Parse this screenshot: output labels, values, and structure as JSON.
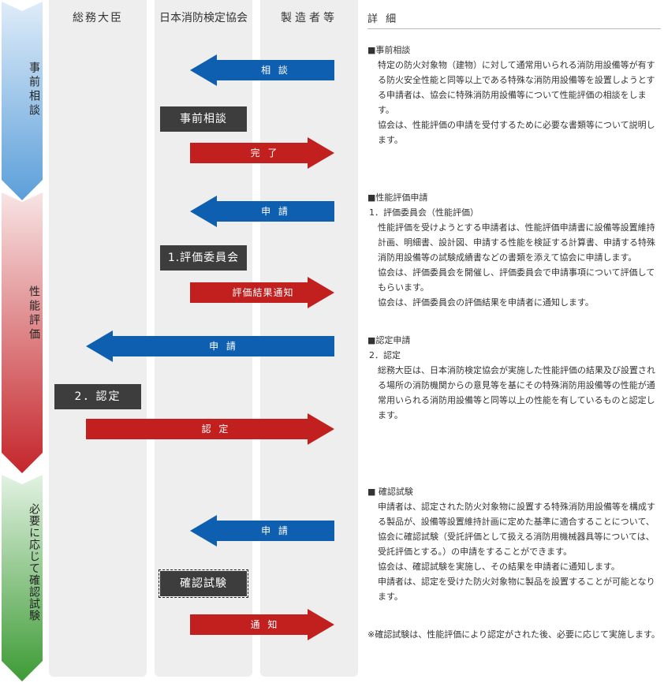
{
  "columns": {
    "minister": "総務大臣",
    "association": "日本消防検定協会",
    "manufacturer": "製造者等",
    "details": "詳 細"
  },
  "phases": [
    {
      "label": "事前相談",
      "color_top": "#d8e8f8",
      "color_bottom": "#5b9fd9"
    },
    {
      "label": "性能評価",
      "color_top": "#f7e1e1",
      "color_bottom": "#c4262b"
    },
    {
      "label": "必要に応じて確認試験",
      "color_top": "#def0de",
      "color_bottom": "#3d9b35"
    }
  ],
  "arrows": {
    "consult": "相 談",
    "complete": "完 了",
    "apply_eval": "申 請",
    "eval_result": "評価結果通知",
    "apply_cert": "申 請",
    "certify": "認 定",
    "apply_test": "申 請",
    "notify": "通 知"
  },
  "steps": {
    "pre_consult": "事前相談",
    "committee": "1.評価委員会",
    "certification": "2．認定",
    "confirm_test": "確認試験"
  },
  "details": {
    "consult": {
      "title": "■事前相談",
      "lines": [
        "特定の防火対象物（建物）に対して通常用いられる消防用設備等が有する防火安全性能と同等以上である特殊な消防用設備等を設置しようとする申請者は、協会に特殊消防用設備等について性能評価の相談をします。",
        "協会は、性能評価の申請を受付するために必要な書類等について説明します。"
      ]
    },
    "eval": {
      "title": "■性能評価申請",
      "subtitle": "1．評価委員会（性能評価）",
      "lines": [
        "性能評価を受けようとする申請者は、性能評価申請書に設備等設置維持計画、明細書、設計図、申請する性能を検証する計算書、申請する特殊消防用設備等の試験成績書などの書類を添えて協会に申請します。",
        "協会は、評価委員会を開催し、評価委員会で申請事項について評価してもらいます。",
        "協会は、評価委員会の評価結果を申請者に通知します。"
      ]
    },
    "cert": {
      "title": "■認定申請",
      "subtitle": "2．認定",
      "lines": [
        "総務大臣は、日本消防検定協会が実施した性能評価の結果及び設置される場所の消防機関からの意見等を基にその特殊消防用設備等の性能が通常用いられる消防用設備等と同等以上の性能を有しているものと認定します。"
      ]
    },
    "test": {
      "title": "■ 確認試験",
      "lines": [
        "申請者は、認定された防火対象物に設置する特殊消防用設備等を構成する製品が、設備等設置維持計画に定めた基準に適合することについて、協会に確認試験（受託評価として扱える消防用機械器具等については、受託評価とする。）の申請をすることができます。",
        "協会は、確認試験を実施し、その結果を申請者に通知します。",
        "申請者は、認定を受けた防火対象物に製品を設置することが可能となります。"
      ]
    },
    "note": "※確認試験は、性能評価により認定がされた後、必要に応じて実施します。"
  },
  "colors": {
    "arrow_blue": "#0f5fb0",
    "arrow_red": "#c2201f",
    "step_gray": "#3d3d3d",
    "column_gray": "#eeeeee"
  }
}
